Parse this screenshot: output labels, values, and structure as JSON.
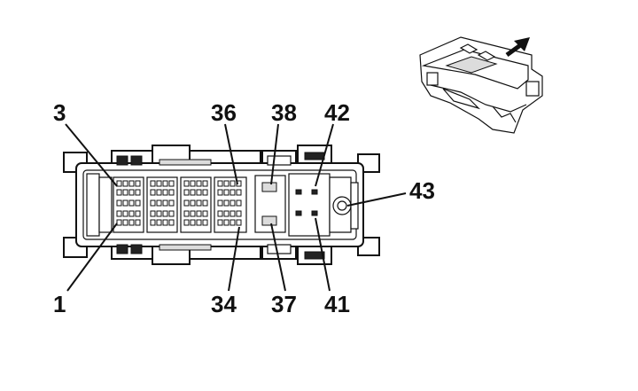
{
  "diagram": {
    "pin_labels": {
      "p3": "3",
      "p1": "1",
      "p36": "36",
      "p34": "34",
      "p38": "38",
      "p37": "37",
      "p42": "42",
      "p41": "41",
      "p43": "43"
    },
    "direction_arrow_icon": "arrow-up-right-icon"
  }
}
